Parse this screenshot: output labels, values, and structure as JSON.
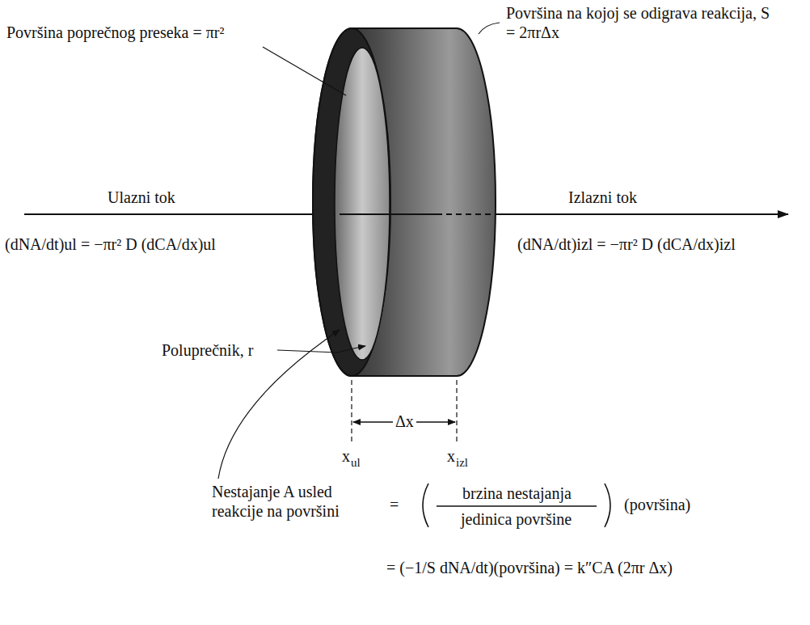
{
  "diagram": {
    "labels": [
      "Površina poprečnog preseka = πr²",
      "Površina na kojoj se odigrava reakcija, S = 2πrΔx",
      "Ulazni tok",
      "(dNA/dt)ul = −πr² D (dCA/dx)ul",
      "Izlazni tok",
      "(dNA/dt)izl = −πr² D (dCA/dx)izl",
      "Poluprečnik, r",
      "Δx",
      "x",
      "ul",
      "x",
      "izl",
      "Nestajanje A usled reakcije na površini",
      "=",
      "brzina nestajanja",
      "jedinica površine",
      "(površina)",
      "= (−1/S dNA/dt)(površina) = k″CA (2πr Δx)"
    ]
  }
}
